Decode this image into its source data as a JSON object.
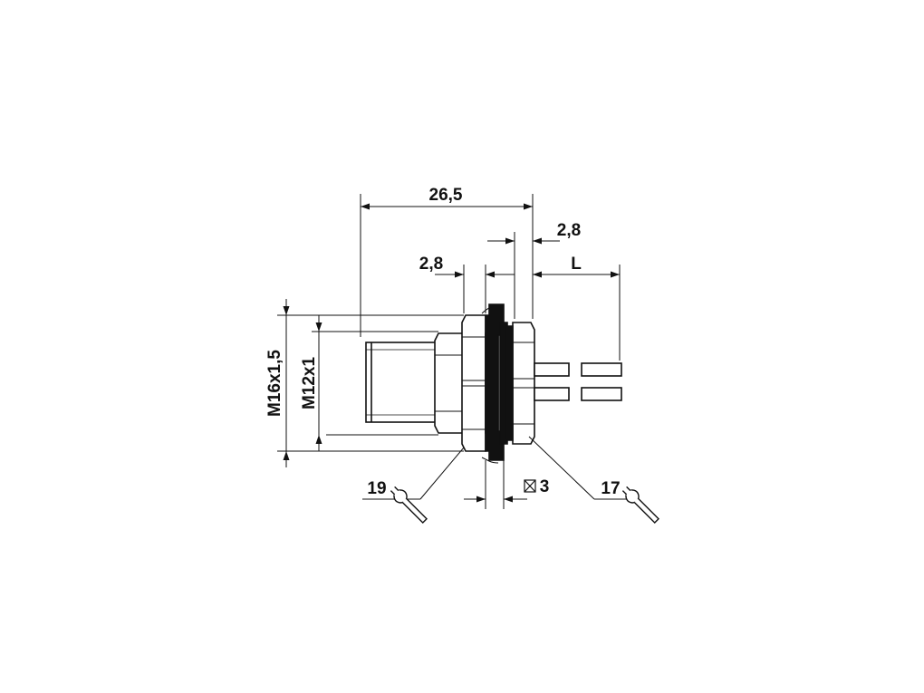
{
  "dimensions": {
    "overall_length": "26,5",
    "panel_offset": "2,8",
    "nut_offset": "2,8",
    "pin_length": "L",
    "thread_outer": "M16x1,5",
    "thread_inner": "M12x1",
    "wrench_left": "19",
    "wrench_right": "17",
    "panel_thickness": "3"
  },
  "colors": {
    "line": "#111111",
    "background": "#ffffff"
  },
  "icons": [
    "wrench-icon",
    "wrench-icon",
    "square-icon"
  ]
}
